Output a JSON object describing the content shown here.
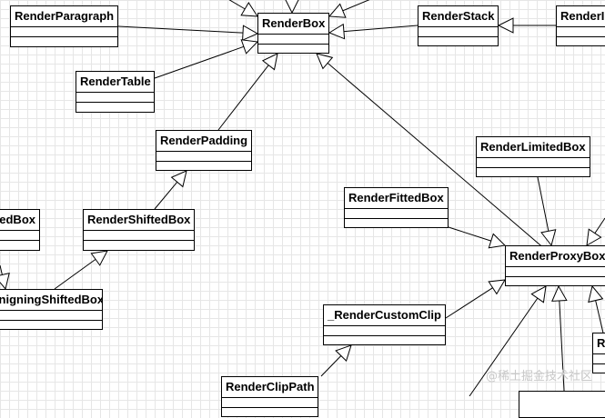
{
  "diagram": {
    "classes": {
      "render_box": "RenderBox",
      "render_paragraph": "RenderParagraph",
      "render_stack": "RenderStack",
      "render_indexed_stack_partial": "RenderI",
      "render_table": "RenderTable",
      "render_padding": "RenderPadding",
      "render_shifted_box": "RenderShiftedBox",
      "aligning_shifted_box_partial": "ignigningShiftedBox",
      "shifted_box_partial": "edBox",
      "render_limited_box": "RenderLimitedBox",
      "render_fitted_box": "RenderFittedBox",
      "render_proxy_box": "RenderProxyBox",
      "render_custom_clip": "_RenderCustomClip",
      "render_clip_path": "RenderClipPath",
      "right_partial_r": "R"
    },
    "watermark": "@稀土掘金技术社区"
  }
}
